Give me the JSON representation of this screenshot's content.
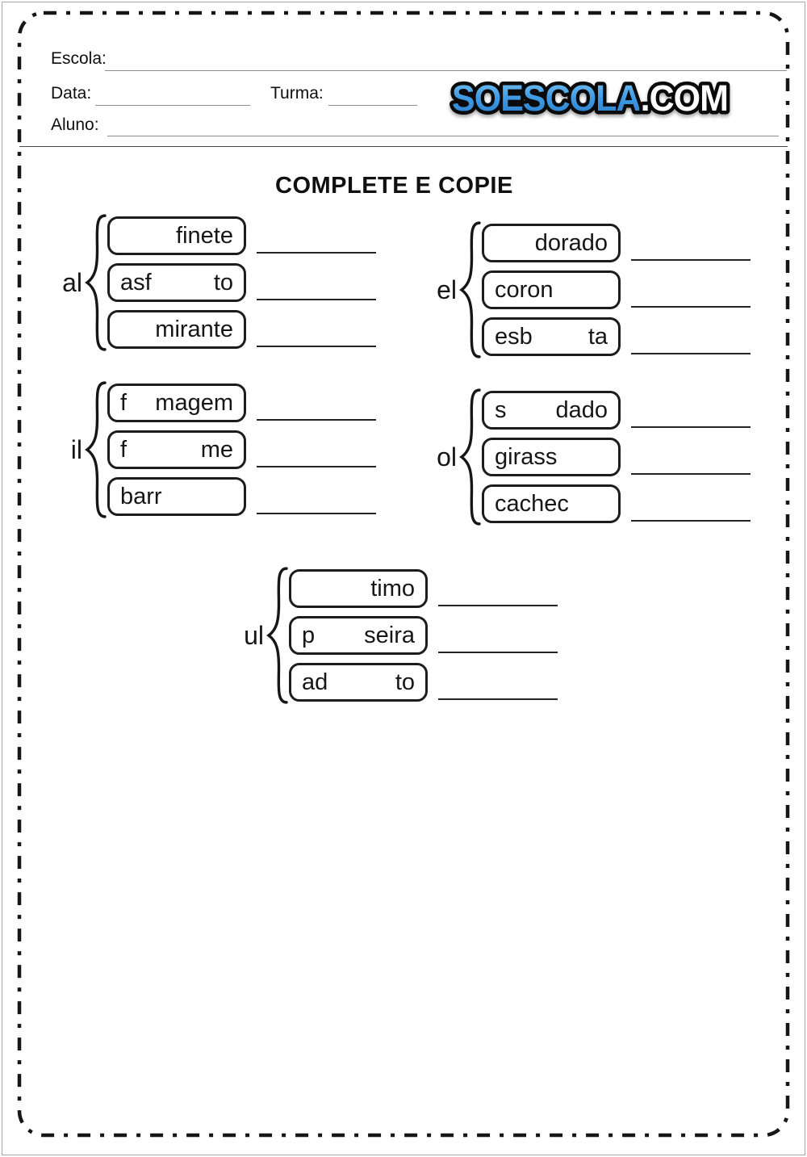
{
  "header": {
    "escola_label": "Escola:",
    "data_label": "Data:",
    "turma_label": "Turma:",
    "aluno_label": "Aluno:"
  },
  "logo": {
    "main": "SOESCOLA",
    "suffix": ".COM",
    "blue_top": "#7cc4f0",
    "blue_mid": "#3f9ae4",
    "blue_bottom": "#2b7cc9",
    "com_color": "#ffffff",
    "outline_color": "#0a0a0a"
  },
  "title": "COMPLETE E COPIE",
  "groups": [
    {
      "label": "al",
      "rows": [
        {
          "left": "",
          "right": "finete"
        },
        {
          "left": "asf",
          "right": "to"
        },
        {
          "left": "",
          "right": "mirante"
        }
      ]
    },
    {
      "label": "el",
      "rows": [
        {
          "left": "",
          "right": "dorado"
        },
        {
          "left": "coron",
          "right": ""
        },
        {
          "left": "esb",
          "right": "ta"
        }
      ]
    },
    {
      "label": "il",
      "rows": [
        {
          "left": "f",
          "right": "magem"
        },
        {
          "left": "f",
          "right": "me"
        },
        {
          "left": "barr",
          "right": ""
        }
      ]
    },
    {
      "label": "ol",
      "rows": [
        {
          "left": "s",
          "right": "dado"
        },
        {
          "left": "girass",
          "right": ""
        },
        {
          "left": "cachec",
          "right": ""
        }
      ]
    },
    {
      "label": "ul",
      "rows": [
        {
          "left": "",
          "right": "timo"
        },
        {
          "left": "p",
          "right": "seira"
        },
        {
          "left": "ad",
          "right": "to"
        }
      ]
    }
  ]
}
